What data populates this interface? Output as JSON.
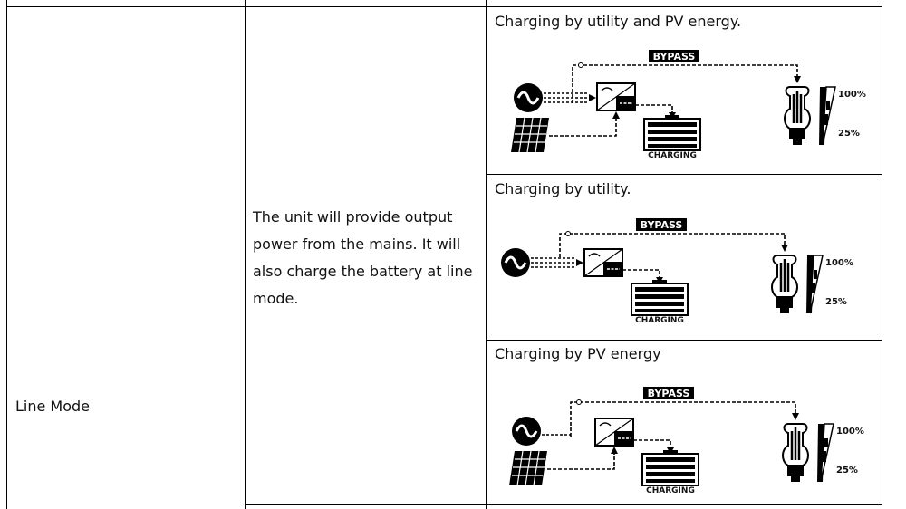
{
  "row": {
    "mode": "Line Mode",
    "description": "The unit will provide output power from the mains. It will also charge the battery at line mode."
  },
  "cases": [
    {
      "title": "Charging by utility and PV energy.",
      "bypass": "BYPASS",
      "charging": "CHARGING",
      "level_high": "100%",
      "level_low": "25%",
      "has_pv": true
    },
    {
      "title": "Charging by utility.",
      "bypass": "BYPASS",
      "charging": "CHARGING",
      "level_high": "100%",
      "level_low": "25%",
      "has_pv": false
    },
    {
      "title": "Charging by PV energy",
      "bypass": "BYPASS",
      "charging": "CHARGING",
      "level_high": "100%",
      "level_low": "25%",
      "has_pv": true
    }
  ],
  "icons": [
    "utility-ac-icon",
    "inverter-icon",
    "battery-icon",
    "bulb-icon",
    "solar-panel-icon",
    "load-level-icon"
  ]
}
